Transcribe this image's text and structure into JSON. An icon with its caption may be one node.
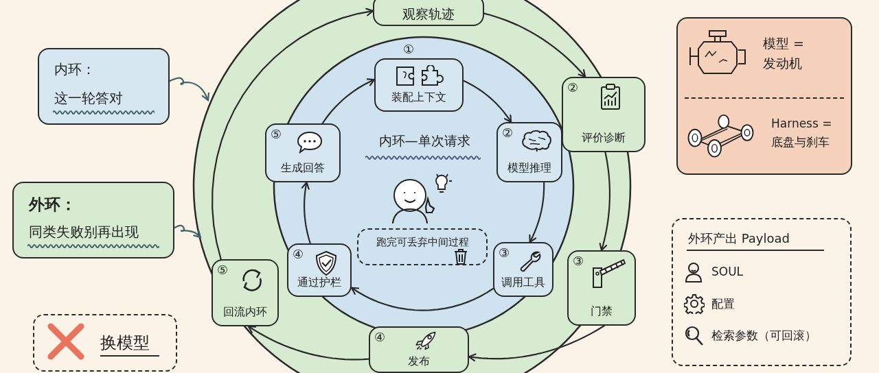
{
  "diagram": {
    "nodes": [
      {
        "text": [
          "观察轨迹"
        ]
      },
      {
        "text": [
          "②",
          "评价诊断"
        ]
      },
      {
        "text": [
          "③",
          "门禁"
        ]
      },
      {
        "text": [
          "④",
          "发布"
        ]
      },
      {
        "text": [
          "⑤",
          "回流内环"
        ]
      },
      {
        "text": [
          "①",
          "装配上下文"
        ]
      },
      {
        "text": [
          "②",
          "模型推理"
        ]
      },
      {
        "text": [
          "③",
          "调用工具"
        ]
      },
      {
        "text": [
          "④",
          "通过护栏"
        ]
      },
      {
        "text": [
          "⑤",
          "生成回答"
        ]
      },
      {
        "text": [
          "跑完可丢弃中间过程"
        ]
      },
      {
        "text": [
          "内环：",
          "这一轮答对"
        ]
      },
      {
        "text": [
          "外环：",
          "同类失败别再出现"
        ]
      },
      {
        "text": [
          "换模型"
        ]
      },
      {
        "text": [
          "模型 = 发动机",
          "Harness = 底盘与刹车"
        ]
      },
      {
        "text": [
          "外环产出 Payload",
          "SOUL",
          "配置",
          "检索参数（可回滚）"
        ]
      }
    ],
    "edges": [
      {
        "from": 0,
        "to": 1,
        "arrow": "to"
      },
      {
        "from": 1,
        "to": 2,
        "arrow": "to"
      },
      {
        "from": 2,
        "to": 3,
        "arrow": "to"
      },
      {
        "from": 3,
        "to": 4,
        "arrow": "to"
      },
      {
        "from": 4,
        "to": 0,
        "arrow": "to"
      },
      {
        "from": 5,
        "to": 6,
        "arrow": "to"
      },
      {
        "from": 6,
        "to": 7,
        "arrow": "to"
      },
      {
        "from": 7,
        "to": 8,
        "arrow": "to"
      },
      {
        "from": 8,
        "to": 9,
        "arrow": "to"
      },
      {
        "from": 9,
        "to": 5,
        "arrow": "to"
      },
      {
        "from": 11,
        "to": null,
        "arrow": "to",
        "color": "#3f6468"
      },
      {
        "from": 12,
        "to": null,
        "arrow": "to",
        "color": "#3f6468"
      }
    ],
    "labels": [
      "内环—单次请求"
    ]
  }
}
